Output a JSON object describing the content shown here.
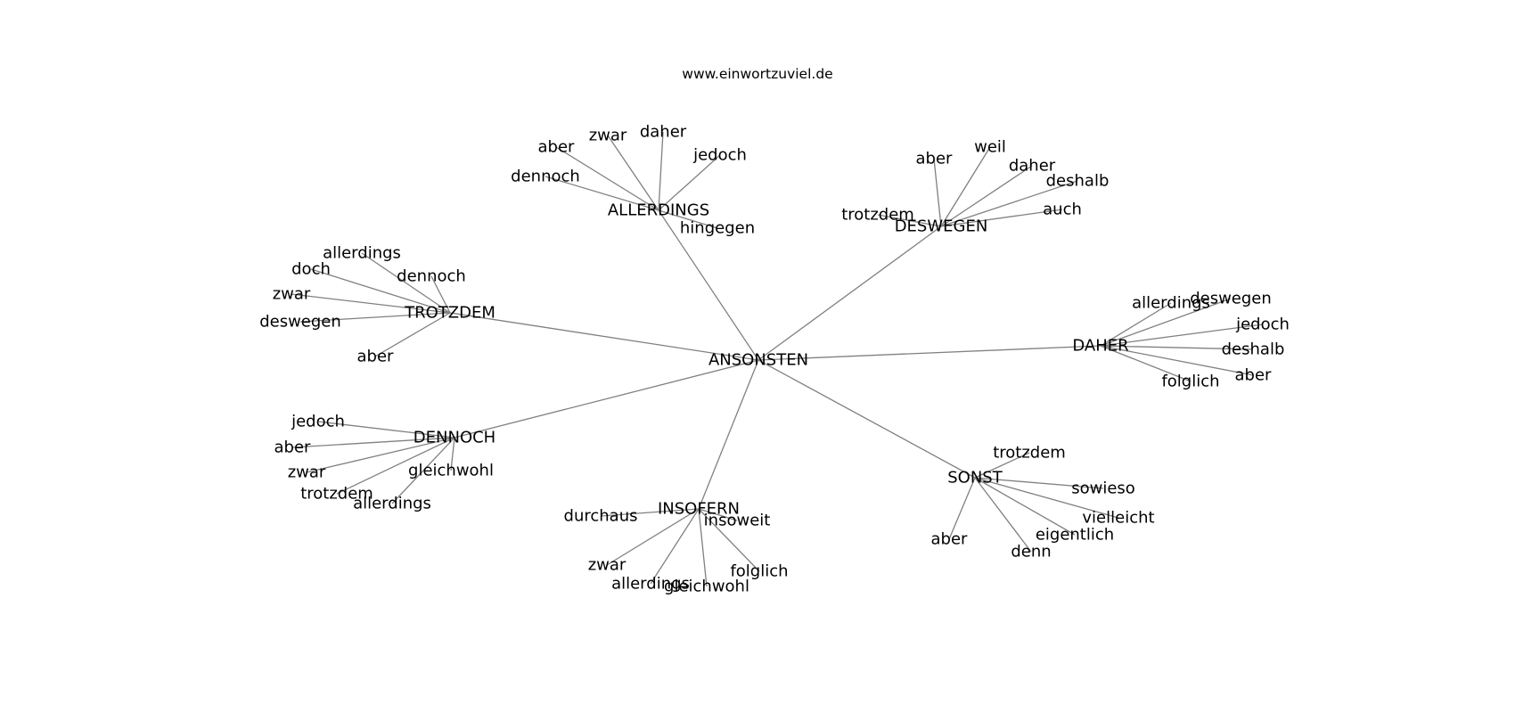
{
  "site_title": "www.einwortzuviel.de",
  "center": "ANSONSTEN",
  "clusters": [
    {
      "hub": "ALLERDINGS",
      "leaves": [
        "aber",
        "zwar",
        "daher",
        "jedoch",
        "dennoch",
        "hingegen"
      ]
    },
    {
      "hub": "DESWEGEN",
      "leaves": [
        "aber",
        "weil",
        "daher",
        "deshalb",
        "trotzdem",
        "auch"
      ]
    },
    {
      "hub": "TROTZDEM",
      "leaves": [
        "allerdings",
        "doch",
        "dennoch",
        "zwar",
        "deswegen",
        "aber"
      ]
    },
    {
      "hub": "DAHER",
      "leaves": [
        "allerdings",
        "deswegen",
        "jedoch",
        "deshalb",
        "aber",
        "folglich"
      ]
    },
    {
      "hub": "DENNOCH",
      "leaves": [
        "jedoch",
        "aber",
        "zwar",
        "trotzdem",
        "gleichwohl",
        "allerdings"
      ]
    },
    {
      "hub": "SONST",
      "leaves": [
        "trotzdem",
        "sowieso",
        "vielleicht",
        "eigentlich",
        "denn",
        "aber"
      ]
    },
    {
      "hub": "INSOFERN",
      "leaves": [
        "durchaus",
        "insoweit",
        "zwar",
        "allerdings",
        "gleichwohl",
        "folglich"
      ]
    }
  ]
}
